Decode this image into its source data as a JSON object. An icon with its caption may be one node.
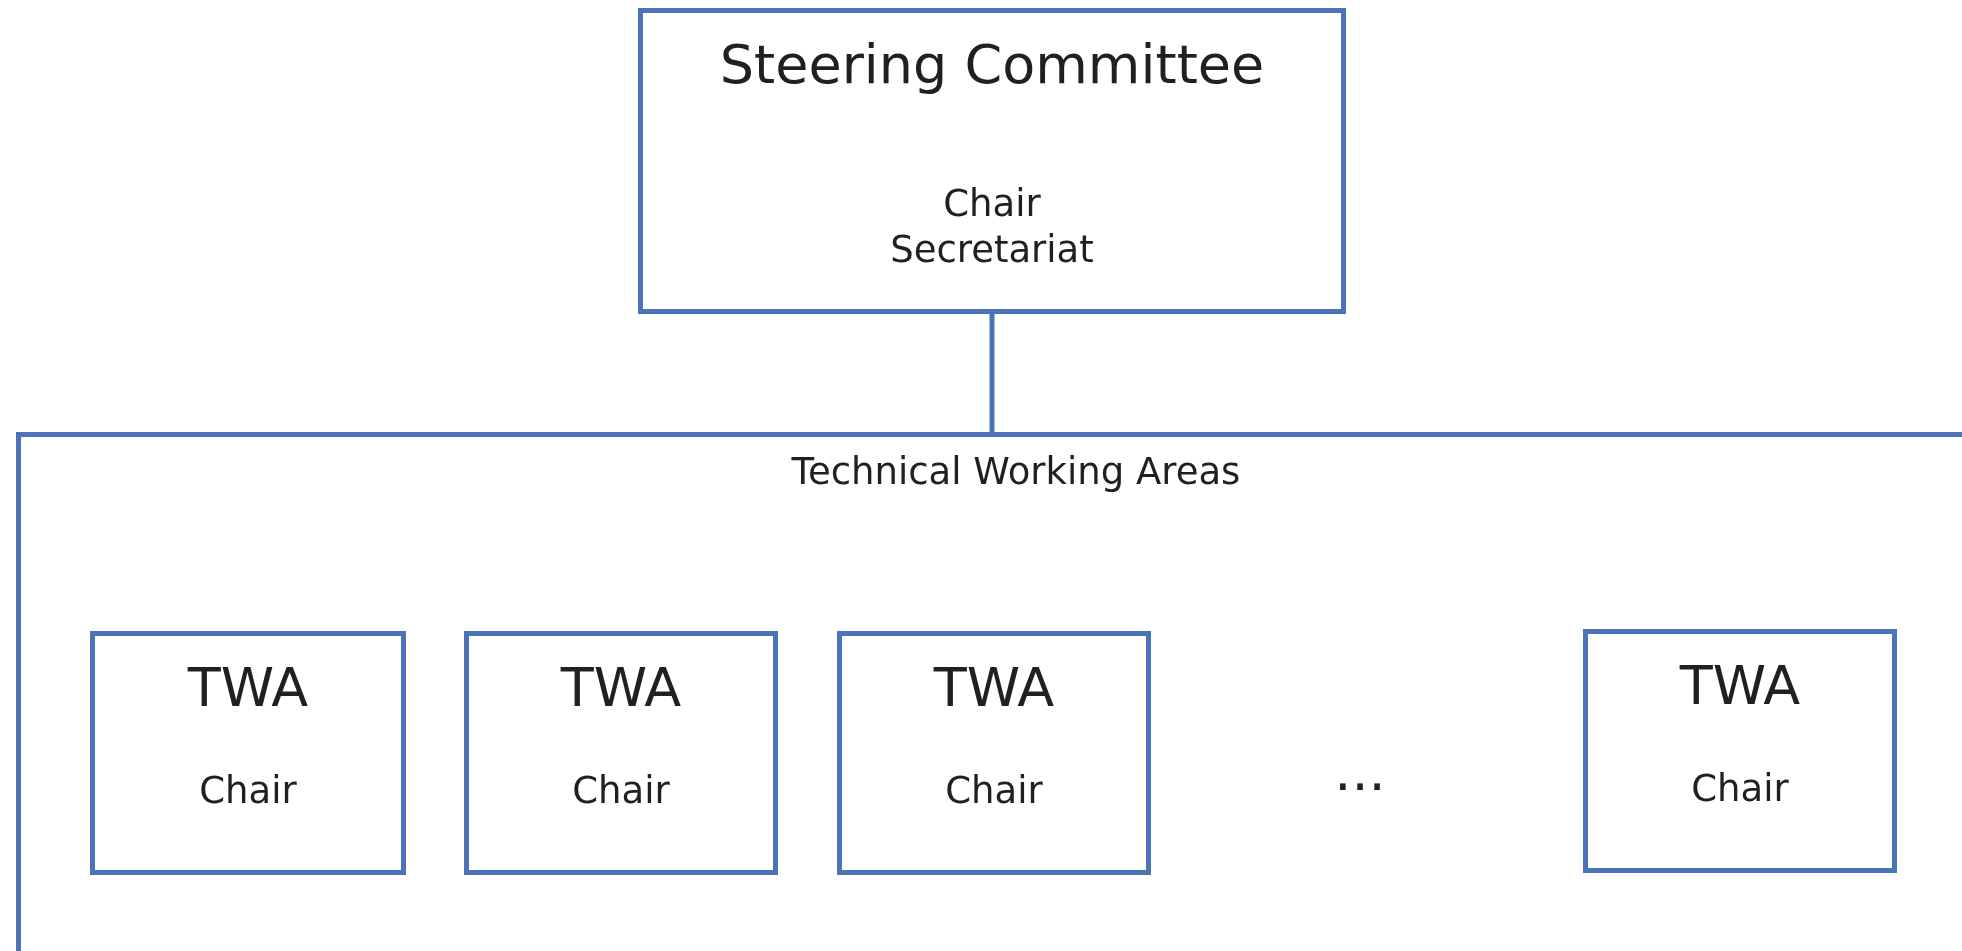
{
  "diagram": {
    "nodes": [
      {
        "text": [
          "Steering Committee",
          "Chair Secretariat"
        ]
      },
      {
        "text": [
          "Technical Working Areas"
        ]
      },
      {
        "text": [
          "TWA",
          "Chair"
        ],
        "in": 1
      },
      {
        "text": [
          "TWA",
          "Chair"
        ],
        "in": 1
      },
      {
        "text": [
          "TWA",
          "Chair"
        ],
        "in": 1
      },
      {
        "text": [
          "TWA",
          "Chair"
        ],
        "in": 1
      }
    ],
    "edges": [
      {
        "from": 0,
        "to": 1,
        "arrow": "none"
      }
    ],
    "labels": [
      "..."
    ]
  }
}
